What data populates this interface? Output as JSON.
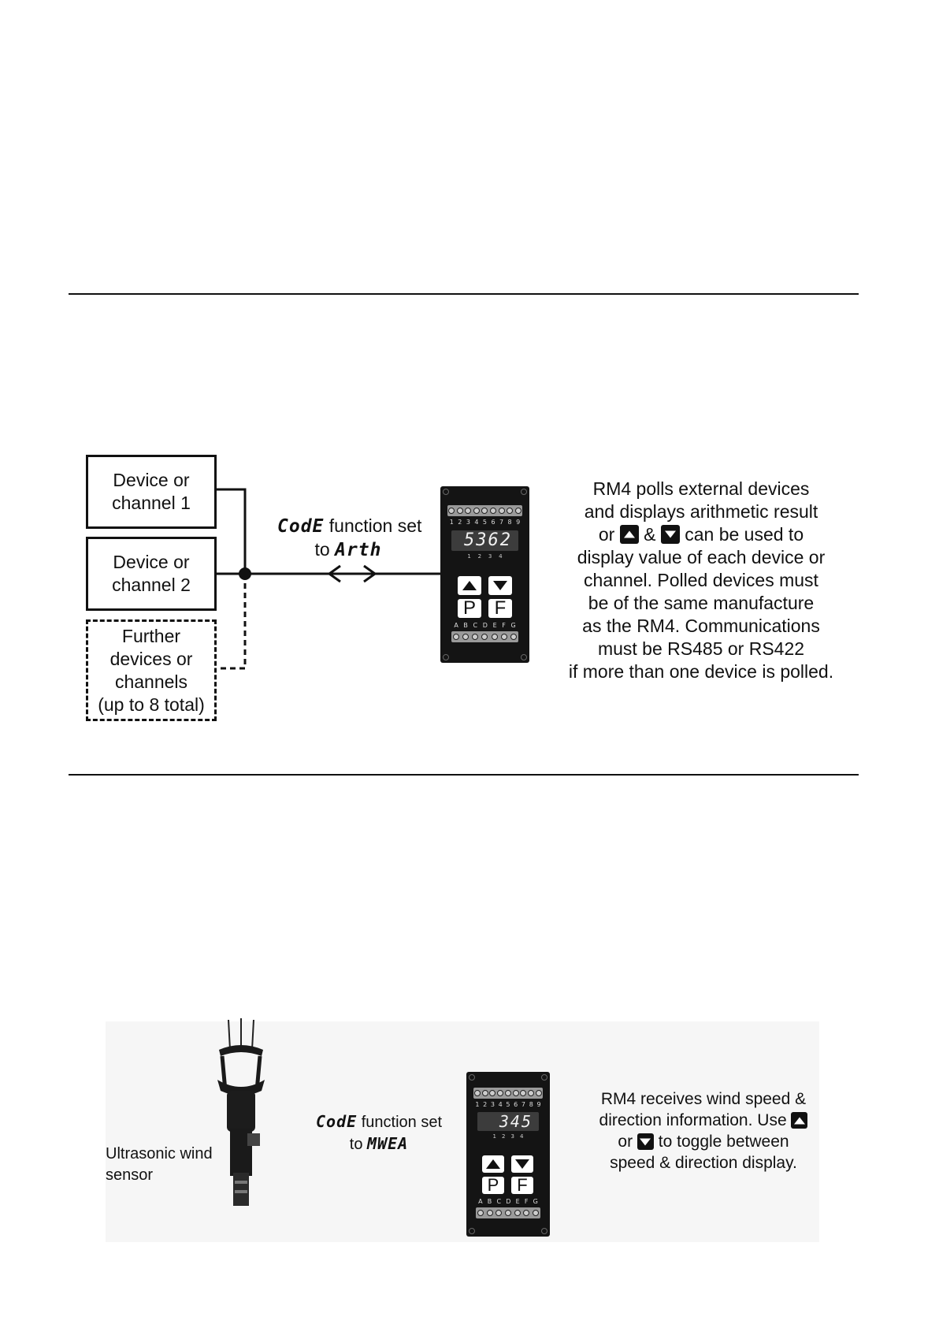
{
  "diagram1": {
    "boxes": [
      {
        "label": "Device or\nchannel 1"
      },
      {
        "label": "Device or\nchannel 2"
      },
      {
        "label": "Further\ndevices or\nchannels\n(up to 8 total)"
      }
    ],
    "code_word": "CodE",
    "function_text": "function set",
    "to_text": "to",
    "mode_word": "Arth",
    "meter": {
      "display_value": "5362",
      "terminal_numbers": [
        "1",
        "2",
        "3",
        "4",
        "5",
        "6",
        "7",
        "8",
        "9"
      ],
      "led_numbers": [
        "1",
        "2",
        "3",
        "4"
      ],
      "key_p": "P",
      "key_f": "F",
      "bottom_letters": [
        "A",
        "B",
        "C",
        "D",
        "E",
        "F",
        "G"
      ]
    },
    "description": {
      "line1": "RM4 polls external devices",
      "line2": "and displays arithmetic result",
      "line3_pre": "or",
      "line3_mid": "&",
      "line3_post": "can be used to",
      "line4": "display value of each device or",
      "line5": "channel. Polled devices must",
      "line6": "be of the same manufacture",
      "line7": "as the RM4. Communications",
      "line8": "must be RS485 or RS422",
      "line9": "if more than one device is polled."
    }
  },
  "diagram2": {
    "sensor_label_line1": "Ultrasonic wind",
    "sensor_label_line2": "sensor",
    "code_word": "CodE",
    "function_text": "function set",
    "to_text": "to",
    "mode_word": "MWEA",
    "meter": {
      "display_value": "345",
      "terminal_numbers": [
        "1",
        "2",
        "3",
        "4",
        "5",
        "6",
        "7",
        "8",
        "9"
      ],
      "led_numbers": [
        "1",
        "2",
        "3",
        "4"
      ],
      "key_p": "P",
      "key_f": "F",
      "bottom_letters": [
        "A",
        "B",
        "C",
        "D",
        "E",
        "F",
        "G"
      ]
    },
    "description": {
      "line1": "RM4 receives wind speed &",
      "line2_pre": "direction information. Use",
      "line3_pre": "or",
      "line3_post": "to toggle between",
      "line4": "speed & direction display."
    }
  },
  "icons": [
    "up-key-icon",
    "down-key-icon",
    "bidirectional-arrow-icon",
    "arrow-icon"
  ]
}
